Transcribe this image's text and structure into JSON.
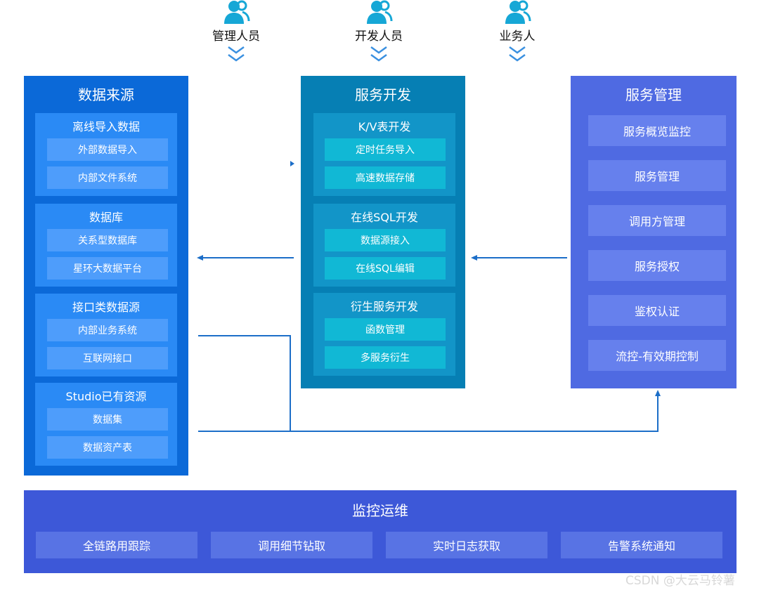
{
  "colors": {
    "datasource_panel": "#0b69d8",
    "datasource_group": "#2a8af5",
    "datasource_chip": "#4e9dfb",
    "dev_panel": "#067fb4",
    "dev_group": "#1295c8",
    "dev_chip": "#11b8d5",
    "mgmt_panel": "#4f6ae2",
    "mgmt_chip": "#6680ed",
    "ops_panel": "#3d58d8",
    "ops_chip": "#5873e4",
    "arrow": "#1c6ec8",
    "role_icon": "#16a7d6"
  },
  "roles": [
    {
      "label": "管理人员",
      "icon": "user-group-icon"
    },
    {
      "label": "开发人员",
      "icon": "user-group-icon"
    },
    {
      "label": "业务人",
      "icon": "user-group-icon"
    }
  ],
  "datasource": {
    "title": "数据来源",
    "groups": [
      {
        "title": "离线导入数据",
        "items": [
          "外部数据导入",
          "内部文件系统"
        ]
      },
      {
        "title": "数据库",
        "items": [
          "关系型数据库",
          "星环大数据平台"
        ]
      },
      {
        "title": "接口类数据源",
        "items": [
          "内部业务系统",
          "互联网接口"
        ]
      },
      {
        "title": "Studio已有资源",
        "items": [
          "数据集",
          "数据资产表"
        ]
      }
    ]
  },
  "dev": {
    "title": "服务开发",
    "groups": [
      {
        "title": "K/V表开发",
        "items": [
          "定时任务导入",
          "高速数据存储"
        ]
      },
      {
        "title": "在线SQL开发",
        "items": [
          "数据源接入",
          "在线SQL编辑"
        ]
      },
      {
        "title": "衍生服务开发",
        "items": [
          "函数管理",
          "多服务衍生"
        ]
      }
    ]
  },
  "mgmt": {
    "title": "服务管理",
    "items": [
      "服务概览监控",
      "服务管理",
      "调用方管理",
      "服务授权",
      "鉴权认证",
      "流控-有效期控制"
    ]
  },
  "ops": {
    "title": "监控运维",
    "items": [
      "全链路用跟踪",
      "调用细节钻取",
      "实时日志获取",
      "告警系统通知"
    ]
  },
  "watermark": "CSDN @大云马铃薯"
}
